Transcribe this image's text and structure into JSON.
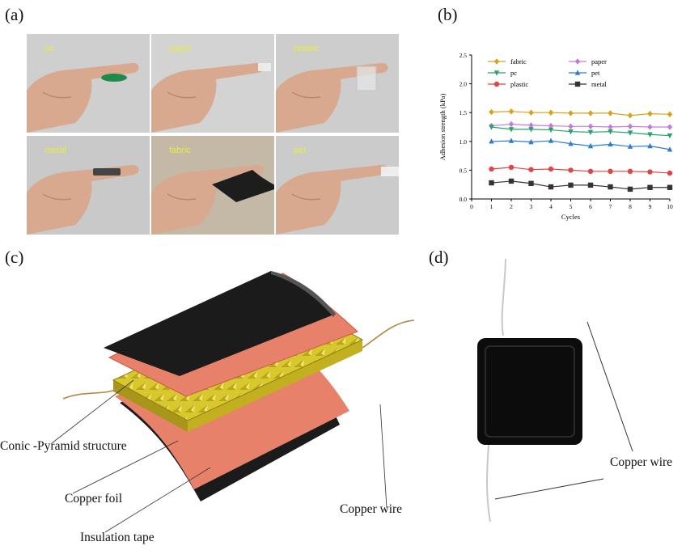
{
  "panels": {
    "a": "(a)",
    "b": "(b)",
    "c": "(c)",
    "d": "(d)"
  },
  "photos": [
    {
      "label": "pc",
      "object_color": "#1f8a4c"
    },
    {
      "label": "paper",
      "object_color": "#eeeeee"
    },
    {
      "label": "plastic",
      "object_color": "#e6e9ec"
    },
    {
      "label": "metal",
      "object_color": "#444444"
    },
    {
      "label": "fabric",
      "object_color": "#1d1d1d"
    },
    {
      "label": "pet",
      "object_color": "#f2f2f2"
    }
  ],
  "chart_data": {
    "type": "line",
    "xlabel": "Cycles",
    "ylabel": "Adhesion strength (kPa)",
    "xlim": [
      0,
      10
    ],
    "ylim": [
      0,
      2.5
    ],
    "xticks": [
      "0",
      "1",
      "2",
      "3",
      "4",
      "5",
      "6",
      "7",
      "8",
      "9",
      "10"
    ],
    "yticks": [
      "0.0",
      "0.5",
      "1.0",
      "1.5",
      "2.0",
      "2.5"
    ],
    "legend_position": "top",
    "x": [
      1,
      2,
      3,
      4,
      5,
      6,
      7,
      8,
      9,
      10
    ],
    "series": [
      {
        "name": "fabric",
        "color": "#d9a21b",
        "marker": "diamond",
        "values": [
          1.51,
          1.52,
          1.5,
          1.5,
          1.49,
          1.49,
          1.49,
          1.45,
          1.48,
          1.47
        ]
      },
      {
        "name": "paper",
        "color": "#c77ad9",
        "marker": "diamond",
        "values": [
          1.27,
          1.3,
          1.28,
          1.27,
          1.26,
          1.26,
          1.25,
          1.26,
          1.25,
          1.25
        ]
      },
      {
        "name": "pc",
        "color": "#25a36b",
        "marker": "tri-down",
        "values": [
          1.25,
          1.21,
          1.21,
          1.2,
          1.17,
          1.16,
          1.17,
          1.15,
          1.12,
          1.1
        ]
      },
      {
        "name": "pet",
        "color": "#2f7ccf",
        "marker": "tri-up",
        "values": [
          1.0,
          1.01,
          0.99,
          1.01,
          0.96,
          0.92,
          0.95,
          0.91,
          0.92,
          0.86
        ]
      },
      {
        "name": "plastic",
        "color": "#e04545",
        "marker": "circle",
        "values": [
          0.52,
          0.55,
          0.51,
          0.52,
          0.5,
          0.48,
          0.48,
          0.48,
          0.47,
          0.45
        ]
      },
      {
        "name": "metal",
        "color": "#333333",
        "marker": "square",
        "values": [
          0.28,
          0.31,
          0.27,
          0.21,
          0.24,
          0.24,
          0.21,
          0.17,
          0.2,
          0.2
        ]
      }
    ]
  },
  "diagram_c": {
    "labels": {
      "pyramid": "Conic -Pyramid structure",
      "copper_foil": "Copper foil",
      "insulation": "Insulation tape",
      "copper_wire": "Copper wire"
    },
    "colors": {
      "black_layer": "#1b1b1b",
      "copper": "#e8816a",
      "gold": "#d4c42a"
    }
  },
  "diagram_d": {
    "label": "Copper wire"
  }
}
